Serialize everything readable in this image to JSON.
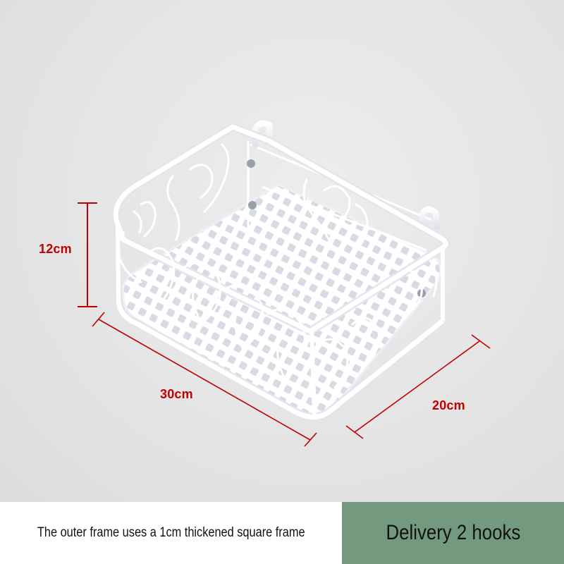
{
  "dimensions": {
    "height_label": "12cm",
    "width_label": "30cm",
    "depth_label": "20cm",
    "color": "#c00000"
  },
  "banner": {
    "left_text": "The outer frame uses a 1cm thickened square frame",
    "right_text": "Delivery 2 hooks",
    "right_bg": "#739a7e",
    "left_bg": "#ffffff"
  }
}
